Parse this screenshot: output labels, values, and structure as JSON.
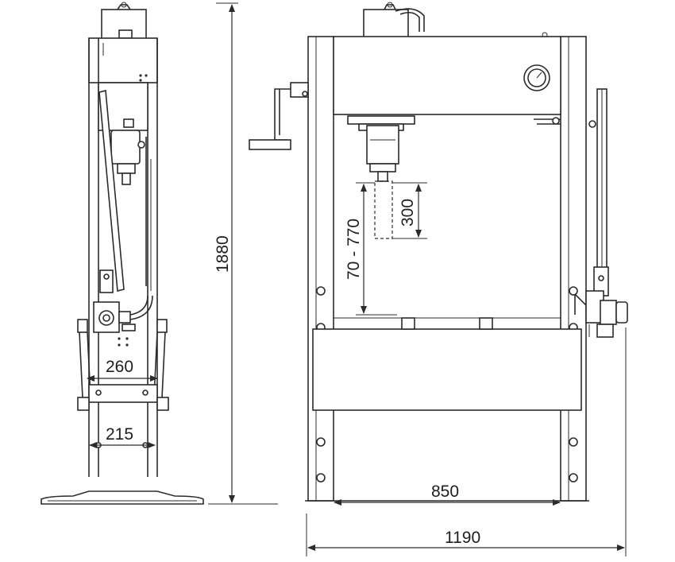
{
  "dimensions": {
    "total_height": "1880",
    "depth_upper": "260",
    "depth_lower": "215",
    "working_range": "70 - 770",
    "stroke": "300",
    "inner_width": "850",
    "total_width": "1190"
  }
}
